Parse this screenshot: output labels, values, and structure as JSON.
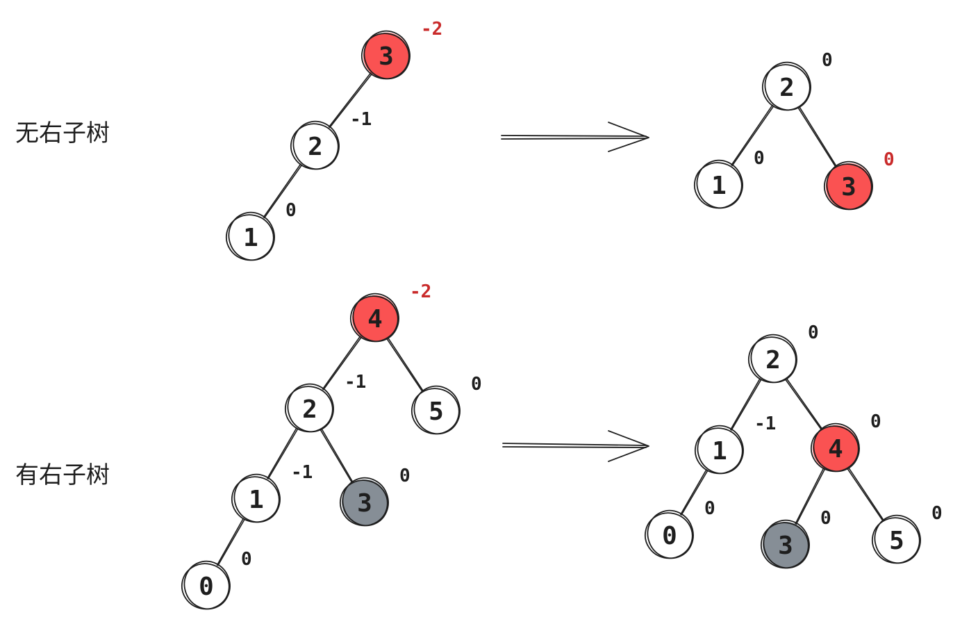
{
  "labels": {
    "no_right_subtree": "无右子树",
    "has_right_subtree": "有右子树"
  },
  "colors": {
    "highlight": "#fa5252",
    "moved": "#868e96",
    "plain": "#ffffff",
    "stroke": "#1e1e1e",
    "imbalanced_text": "#c92a2a"
  },
  "diagrams": [
    {
      "id": "no-right-before",
      "nodes": [
        {
          "id": "n3",
          "label": "3",
          "balance": "-2",
          "fill": "highlight",
          "bf_color": "imbalanced_text"
        },
        {
          "id": "n2",
          "label": "2",
          "balance": "-1",
          "fill": "plain",
          "bf_color": "stroke"
        },
        {
          "id": "n1",
          "label": "1",
          "balance": "0",
          "fill": "plain",
          "bf_color": "stroke"
        }
      ],
      "edges": [
        [
          "n3",
          "n2"
        ],
        [
          "n2",
          "n1"
        ]
      ]
    },
    {
      "id": "no-right-after",
      "nodes": [
        {
          "id": "n2",
          "label": "2",
          "balance": "0",
          "fill": "plain",
          "bf_color": "stroke"
        },
        {
          "id": "n1",
          "label": "1",
          "balance": "0",
          "fill": "plain",
          "bf_color": "stroke"
        },
        {
          "id": "n3",
          "label": "3",
          "balance": "0",
          "fill": "highlight",
          "bf_color": "imbalanced_text"
        }
      ],
      "edges": [
        [
          "n2",
          "n1"
        ],
        [
          "n2",
          "n3"
        ]
      ]
    },
    {
      "id": "has-right-before",
      "nodes": [
        {
          "id": "n4",
          "label": "4",
          "balance": "-2",
          "fill": "highlight",
          "bf_color": "imbalanced_text"
        },
        {
          "id": "n2",
          "label": "2",
          "balance": "-1",
          "fill": "plain",
          "bf_color": "stroke"
        },
        {
          "id": "n5",
          "label": "5",
          "balance": "0",
          "fill": "plain",
          "bf_color": "stroke"
        },
        {
          "id": "n1",
          "label": "1",
          "balance": "-1",
          "fill": "plain",
          "bf_color": "stroke"
        },
        {
          "id": "n3",
          "label": "3",
          "balance": "0",
          "fill": "moved",
          "bf_color": "stroke"
        },
        {
          "id": "n0",
          "label": "0",
          "balance": "0",
          "fill": "plain",
          "bf_color": "stroke"
        }
      ],
      "edges": [
        [
          "n4",
          "n2"
        ],
        [
          "n4",
          "n5"
        ],
        [
          "n2",
          "n1"
        ],
        [
          "n2",
          "n3"
        ],
        [
          "n1",
          "n0"
        ]
      ]
    },
    {
      "id": "has-right-after",
      "nodes": [
        {
          "id": "n2",
          "label": "2",
          "balance": "0",
          "fill": "plain",
          "bf_color": "stroke"
        },
        {
          "id": "n1",
          "label": "1",
          "balance": "-1",
          "fill": "plain",
          "bf_color": "stroke"
        },
        {
          "id": "n4",
          "label": "4",
          "balance": "0",
          "fill": "highlight",
          "bf_color": "stroke"
        },
        {
          "id": "n0",
          "label": "0",
          "balance": "0",
          "fill": "plain",
          "bf_color": "stroke"
        },
        {
          "id": "n3",
          "label": "3",
          "balance": "0",
          "fill": "moved",
          "bf_color": "stroke"
        },
        {
          "id": "n5",
          "label": "5",
          "balance": "0",
          "fill": "plain",
          "bf_color": "stroke"
        }
      ],
      "edges": [
        [
          "n2",
          "n1"
        ],
        [
          "n2",
          "n4"
        ],
        [
          "n1",
          "n0"
        ],
        [
          "n4",
          "n3"
        ],
        [
          "n4",
          "n5"
        ]
      ]
    }
  ]
}
